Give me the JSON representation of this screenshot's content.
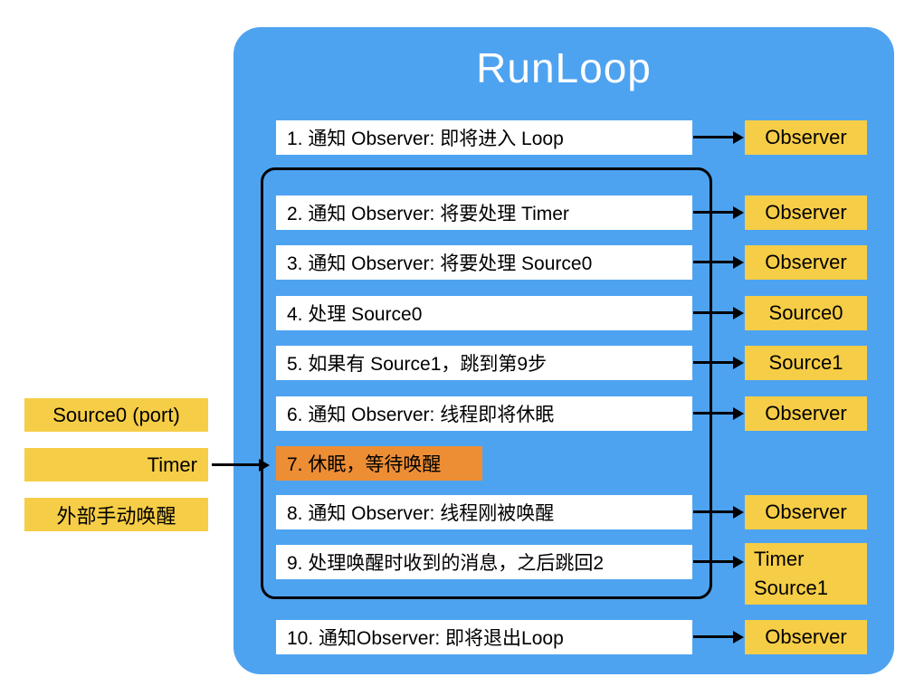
{
  "title": "RunLoop",
  "colors": {
    "container": "#4EA3F0",
    "step_box": "#FFFFFF",
    "target_box": "#F6CD46",
    "sleep_box": "#ED8E35",
    "arrow": "#000000"
  },
  "steps": [
    {
      "label": "1. 通知 Observer: 即将进入 Loop",
      "target": "Observer"
    },
    {
      "label": "2. 通知 Observer: 将要处理 Timer",
      "target": "Observer"
    },
    {
      "label": "3. 通知 Observer: 将要处理 Source0",
      "target": "Observer"
    },
    {
      "label": "4. 处理 Source0",
      "target": "Source0"
    },
    {
      "label": "5. 如果有 Source1，跳到第9步",
      "target": "Source1"
    },
    {
      "label": "6. 通知 Observer: 线程即将休眠",
      "target": "Observer"
    },
    {
      "label": "7. 休眠，等待唤醒"
    },
    {
      "label": "8. 通知 Observer: 线程刚被唤醒",
      "target": "Observer"
    },
    {
      "label": "9. 处理唤醒时收到的消息，之后跳回2",
      "target": "Timer\nSource1"
    },
    {
      "label": "10. 通知Observer: 即将退出Loop",
      "target": "Observer"
    }
  ],
  "wakeup_sources": [
    "Source0 (port)",
    "Timer",
    "外部手动唤醒"
  ]
}
